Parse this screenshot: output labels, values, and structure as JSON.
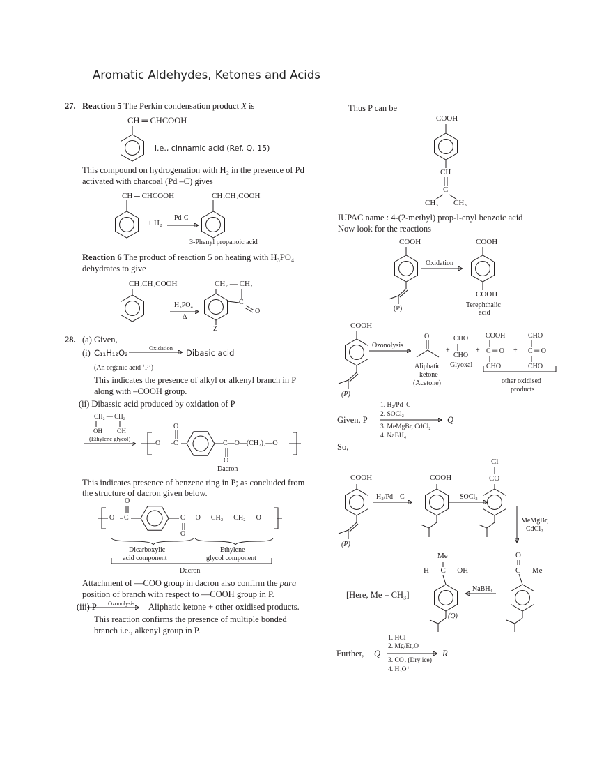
{
  "header": {
    "title": "Aromatic Aldehydes, Ketones and Acids"
  },
  "q27": {
    "number": "27.",
    "r5_label": "Reaction 5",
    "r5_text": "The Perkin condensation product",
    "r5_var": "X",
    "r5_is": "is",
    "cinnamic_sub": "CH ═ CHCOOH",
    "cinnamic_note": "i.e., cinnamic acid  (Ref. Q. 15)",
    "hydro_line1": "This compound on hydrogenation with H₂ in the presence of Pd",
    "hydro_line2": "activated with charcoal (Pd –C) gives",
    "react_sub": "CH ═ CHCOOH",
    "plus_h2": "+ H₂",
    "catalyst": "Pd-C",
    "prod_sub": "CH₂CH₂COOH",
    "prod_name": "3-Phenyl propanoic acid",
    "r6_label": "Reaction 6",
    "r6_line1": "The product of reaction 5 on heating with H₃PO₄",
    "r6_line2": "dehydrates to give",
    "r6_react_sub": "CH₂CH₂COOH",
    "r6_reagent": "H₃PO₄",
    "r6_heat": "Δ",
    "r6_prod_top": "CH₂ — CH₂",
    "r6_prod_c": "C",
    "r6_prod_o": "O",
    "r6_prod_z": "Z"
  },
  "q28": {
    "number": "28.",
    "a_given": "(a) Given,",
    "i_label": "(i)",
    "i_formula": "C₁₁H₁₂O₂",
    "i_reagent": "Oxidation",
    "i_product": "Dibasic acid",
    "i_note": "(An organic acid ‘P’)",
    "i_line1": "This indicates the presence of alkyl or alkenyl branch in P",
    "i_line2": "along with –COOH group.",
    "ii_line": "(ii) Dibassic acid produced by oxidation of P",
    "glycol_top": "CH₂ — CH₂",
    "glycol_oh1": "OH",
    "glycol_oh2": "OH",
    "glycol_name": "(Ethylene glycol)",
    "dacron1_o_left": "O",
    "dacron1_c_left": "C",
    "dacron1_o_top": "O",
    "dacron1_right": "C—O—(CH₂)₂—O",
    "dacron1_o_bottom": "O",
    "dacron1_name": "Dacron",
    "ii_line2a": "This indicates presence of benzene ring in P; as concluded from",
    "ii_line2b": "the structure of dacron given below.",
    "dacron2_o_left": "O",
    "dacron2_c_left": "C",
    "dacron2_o_top": "O",
    "dacron2_right": "C — O — CH₂ — CH₂ — O",
    "dacron2_o_bottom": "O",
    "comp1_a": "Dicarboxylic",
    "comp1_b": "acid component",
    "comp2_a": "Ethylene",
    "comp2_b": "glycol component",
    "dacron2_name": "Dacron",
    "attach_line1_a": "Attachment of —COO group in dacron also confirm the ",
    "attach_line1_b": "para",
    "attach_line2": "position of branch with respect to —COOH group in P.",
    "iii_label": "(iii) P",
    "iii_reagent": "Ozonolysis",
    "iii_product": "Aliphatic ketone + other oxidised products.",
    "iii_line1": "This reaction confirms the presence of multiple bonded",
    "iii_line2": "branch i.e., alkenyl group in P."
  },
  "right": {
    "thus": "Thus P can be",
    "p_cooh": "COOH",
    "p_ch": "CH",
    "p_c": "C",
    "p_ch3_left": "CH₃",
    "p_ch3_right": "CH₃",
    "iupac": "IUPAC name : 4-(2-methyl) prop-l-enyl benzoic acid",
    "look": "Now look for the reactions",
    "ox": {
      "p_cooh": "COOH",
      "p_label": "(P)",
      "reagent": "Oxidation",
      "prod_cooh_top": "COOH",
      "prod_cooh_bottom": "COOH",
      "prod_name1": "Terephthalic",
      "prod_name2": "acid"
    },
    "ozo": {
      "p_cooh": "COOH",
      "p_label": "(P)",
      "reagent": "Ozonolysis",
      "ketone_o": "O",
      "ketone_name1": "Aliphatic",
      "ketone_name2": "ketone",
      "ketone_name3": "(Acetone)",
      "plus": "+",
      "glyoxal_top": "CHO",
      "glyoxal_bottom": "CHO",
      "glyoxal_name": "Glyoxal",
      "p3_top": "COOH",
      "p3_mid": "C ═ O",
      "p3_bottom": "CHO",
      "p4_top": "CHO",
      "p4_mid": "C ═ O",
      "p4_bottom": "CHO",
      "other1": "other oxidised",
      "other2": "products"
    },
    "given": {
      "label": "Given, P",
      "steps": [
        "1. H₂/Pd–C",
        "2. SOCl₂",
        "3. MeMgBr, CdCl₂",
        "4. NaBH₄"
      ],
      "product": "Q"
    },
    "so": "So,",
    "scheme": {
      "p_cooh": "COOH",
      "p_label": "(P)",
      "step1": "H₂/Pd—C",
      "i1_cooh": "COOH",
      "step2": "SOCl₂",
      "i2_cl": "Cl",
      "i2_co": "CO",
      "step3a": "MeMgBr,",
      "step3b": "CdCl₂",
      "i3_o": "O",
      "i3_c": "C — Me",
      "step4": "NaBH₄",
      "q_me": "Me",
      "q_center": "H — C — OH",
      "q_label": "(Q)",
      "note": "[Here, Me = CH₃]"
    },
    "further": {
      "label": "Further,",
      "q": "Q",
      "steps": [
        "1. HCl",
        "2. Mg/Et₂O",
        "3. CO₂ (Dry ice)",
        "4. H₃O⁺"
      ],
      "product": "R"
    }
  }
}
